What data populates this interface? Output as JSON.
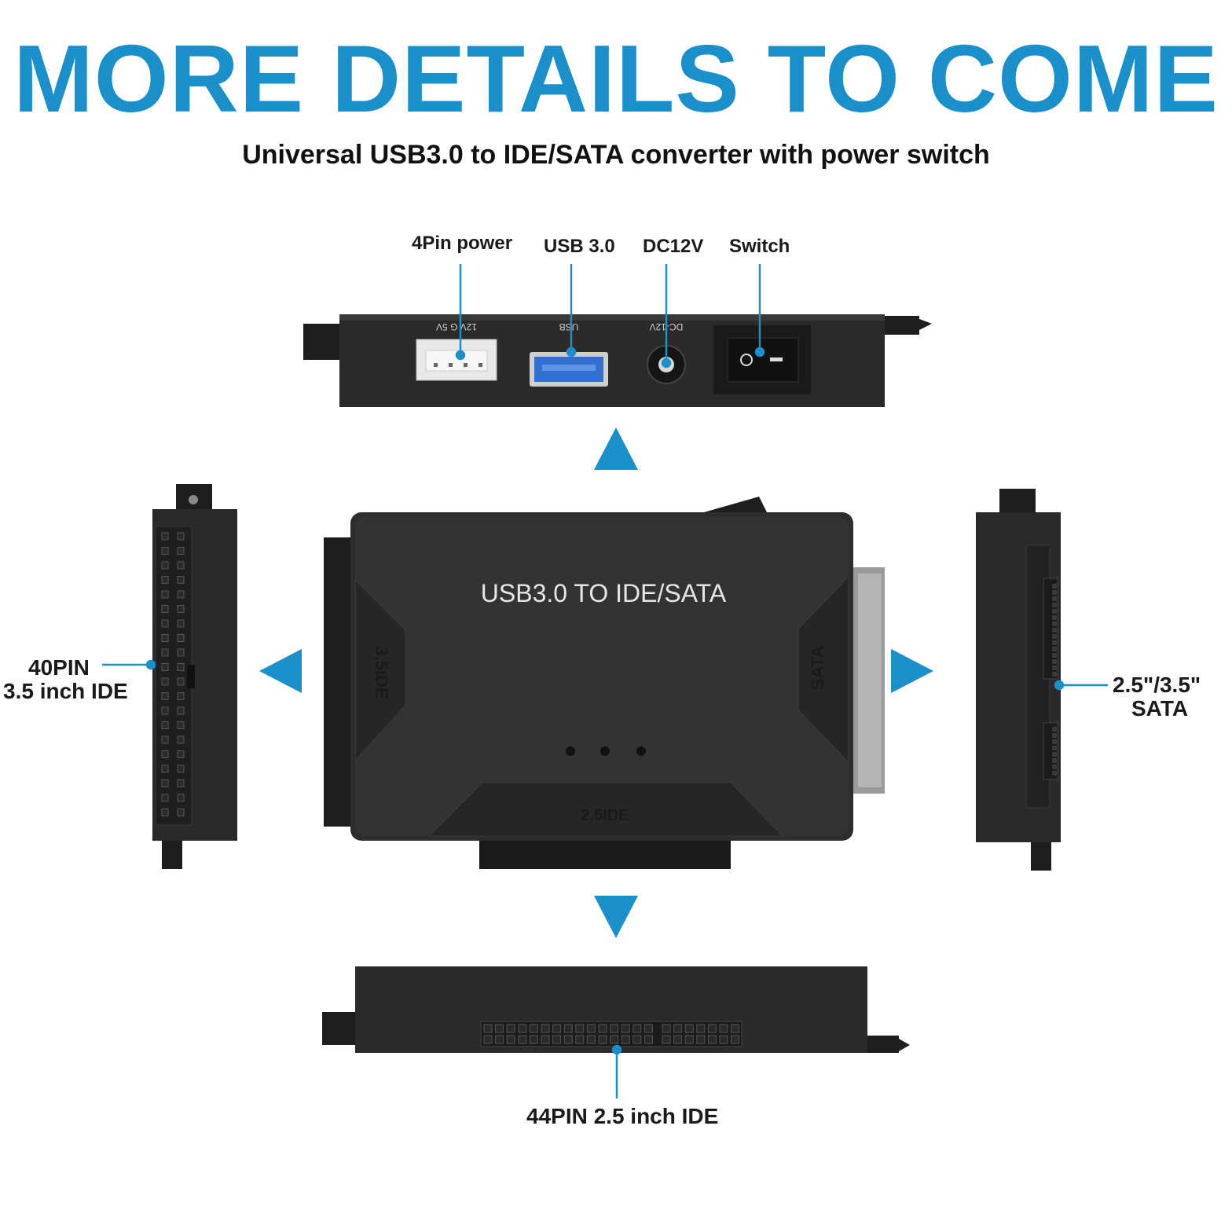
{
  "header": {
    "headline": "MORE DETAILS TO COME",
    "subtitle": "Universal USB3.0 to IDE/SATA converter with power switch"
  },
  "top_view": {
    "callouts": [
      "4Pin power",
      "USB 3.0",
      "DC12V",
      "Switch"
    ],
    "port_labels": {
      "power": "12V G 5V",
      "usb": "USB",
      "dc": "DC-12V"
    }
  },
  "center_unit": {
    "label": "USB3.0 TO IDE/SATA",
    "left_tab": "3.5IDE",
    "right_tab": "SATA",
    "bottom_tab": "2.5IDE"
  },
  "left_side": {
    "line1": "40PIN",
    "line2": "3.5 inch IDE"
  },
  "right_side": {
    "line1": "2.5\"/3.5\"",
    "line2": "SATA"
  },
  "bottom_view": {
    "callout": "44PIN 2.5 inch IDE"
  },
  "colors": {
    "accent": "#1a8fc9",
    "device": "#2b2b2b",
    "usb_blue": "#2f6fd0"
  }
}
